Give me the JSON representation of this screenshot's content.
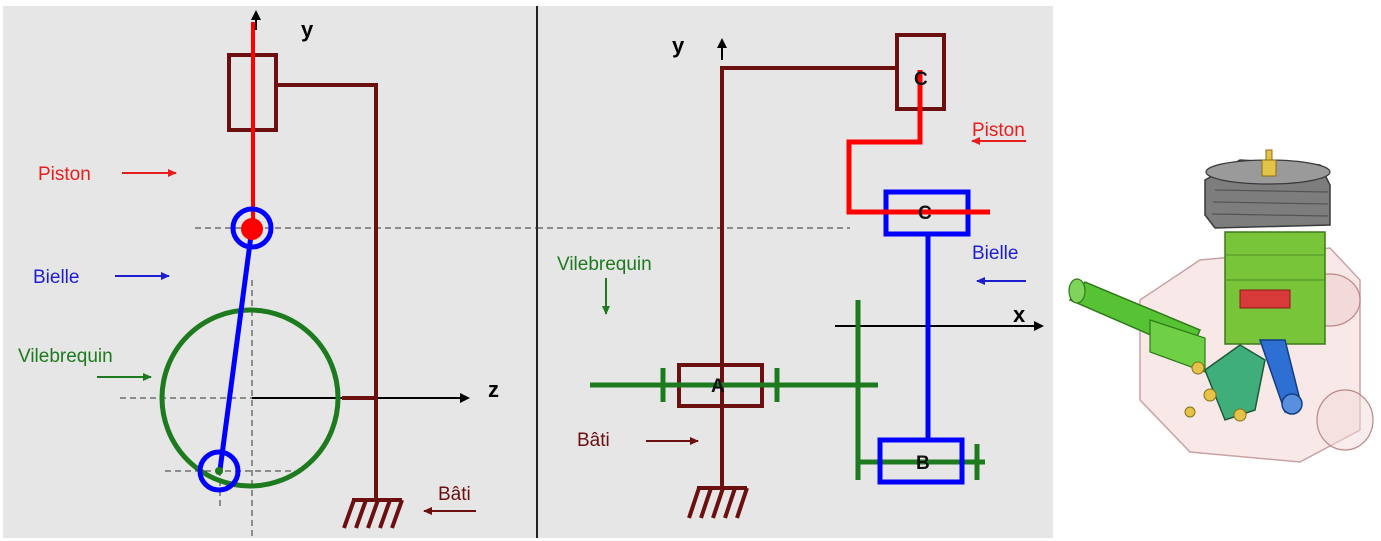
{
  "colors": {
    "background": "#e6e6e6",
    "frame": "#6b0f0f",
    "piston": "#ff0000",
    "connecting_rod": "#0000ff",
    "crankshaft": "#1e7a1e",
    "text_dark": "#222222",
    "piston_label": "#e81e1e",
    "rod_label": "#1e1ecf",
    "crank_label": "#1e7a1e",
    "frame_label": "#6b0f0f"
  },
  "left_view": {
    "axis_y": "y",
    "axis_z": "z",
    "labels": {
      "piston": "Piston",
      "bielle": "Bielle",
      "vilebrequin": "Vilebrequin",
      "bati": "Bâti"
    }
  },
  "right_view": {
    "axis_y": "y",
    "axis_x": "x",
    "points": {
      "a": "A",
      "b": "B",
      "c_top": "C",
      "c_mid": "C"
    },
    "labels": {
      "piston": "Piston",
      "bielle": "Bielle",
      "vilebrequin": "Vilebrequin",
      "bati": "Bâti"
    }
  },
  "model_3d": {
    "icon": "engine-3d-cutaway-icon"
  }
}
